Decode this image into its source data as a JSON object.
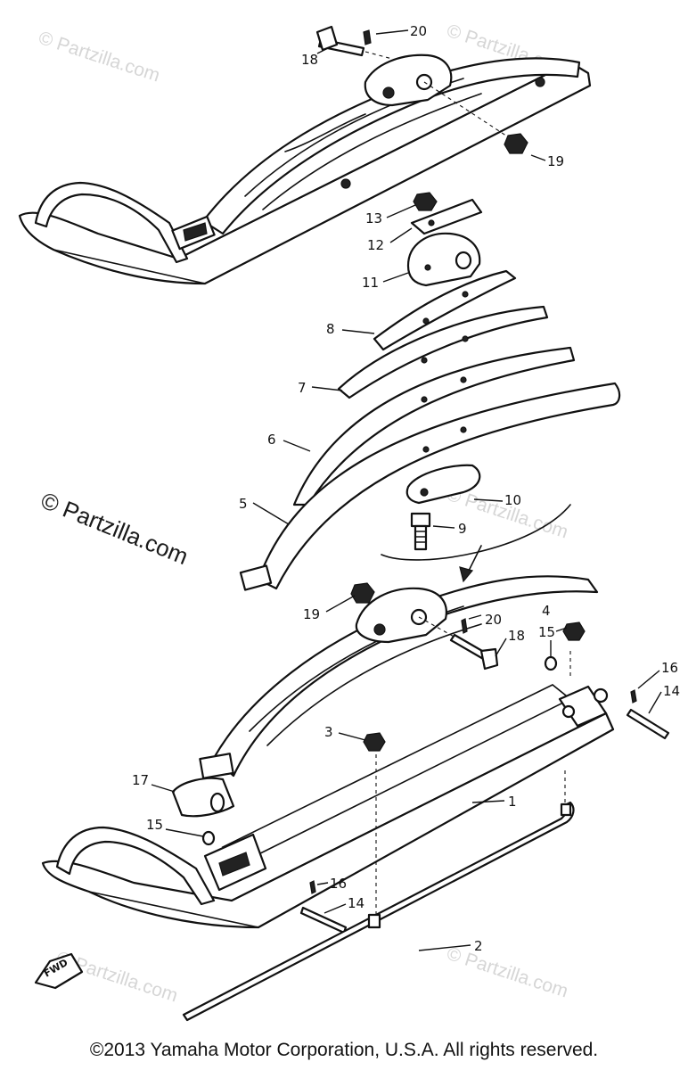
{
  "callouts": {
    "c1": "1",
    "c2": "2",
    "c3": "3",
    "c4": "4",
    "c5": "5",
    "c6": "6",
    "c7": "7",
    "c8": "8",
    "c9": "9",
    "c10": "10",
    "c11": "11",
    "c12": "12",
    "c13": "13",
    "c14a": "14",
    "c14b": "14",
    "c15a": "15",
    "c15b": "15",
    "c16a": "16",
    "c16b": "16",
    "c17": "17",
    "c18a": "18",
    "c18b": "18",
    "c19a": "19",
    "c19b": "19",
    "c20a": "20",
    "c20b": "20"
  },
  "fwd_label": "FWD",
  "watermarks": {
    "main": "© Partzilla.com",
    "faint": "© Partzilla.com"
  },
  "copyright": "©2013  Yamaha Motor Corporation, U.S.A. All rights reserved."
}
